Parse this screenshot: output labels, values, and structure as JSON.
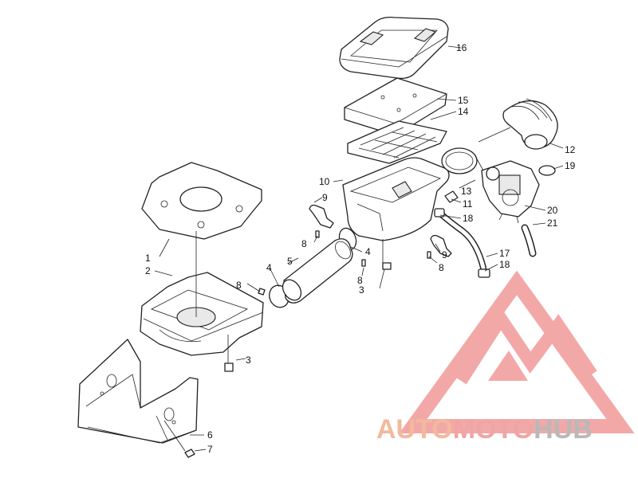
{
  "callouts": {
    "c1": "1",
    "c2": "2",
    "c3a": "3",
    "c3b": "3",
    "c4a": "4",
    "c4b": "4",
    "c5": "5",
    "c6": "6",
    "c7": "7",
    "c8a": "8",
    "c8b": "8",
    "c8c": "8",
    "c8d": "8",
    "c9a": "9",
    "c9b": "9",
    "c10": "10",
    "c11": "11",
    "c12": "12",
    "c13": "13",
    "c14": "14",
    "c15": "15",
    "c16": "16",
    "c17": "17",
    "c18a": "18",
    "c18b": "18",
    "c19": "19",
    "c20": "20",
    "c21": "21"
  },
  "watermark": {
    "word_auto": "AUTO",
    "word_moto": "MOTO",
    "word_hub": "HUB",
    "color_auto": "#f2b99c",
    "color_moto": "#f0a5a5",
    "color_hub": "#b9b9b9",
    "logo_color": "#f08c8c"
  }
}
